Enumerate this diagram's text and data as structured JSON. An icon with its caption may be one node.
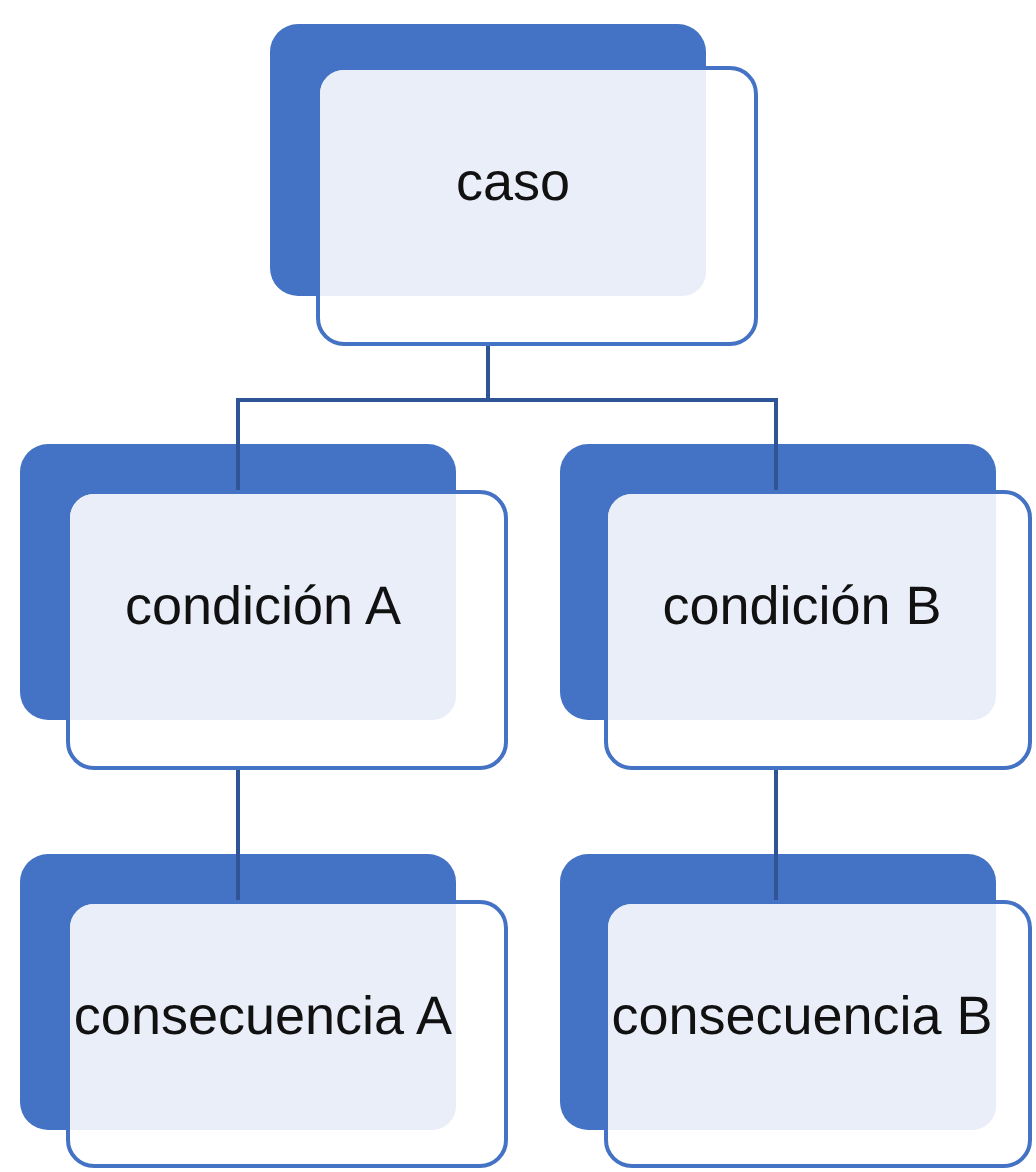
{
  "diagram": {
    "nodes": [
      {
        "text": [
          "caso"
        ]
      },
      {
        "text": [
          "condición A"
        ]
      },
      {
        "text": [
          "condición B"
        ]
      },
      {
        "text": [
          "consecuencia A"
        ]
      },
      {
        "text": [
          "consecuencia B"
        ]
      }
    ],
    "edges": [
      {
        "from": 0,
        "to": 1,
        "arrow": "none"
      },
      {
        "from": 0,
        "to": 2,
        "arrow": "none"
      },
      {
        "from": 1,
        "to": 3,
        "arrow": "none"
      },
      {
        "from": 2,
        "to": 4,
        "arrow": "none"
      }
    ]
  }
}
